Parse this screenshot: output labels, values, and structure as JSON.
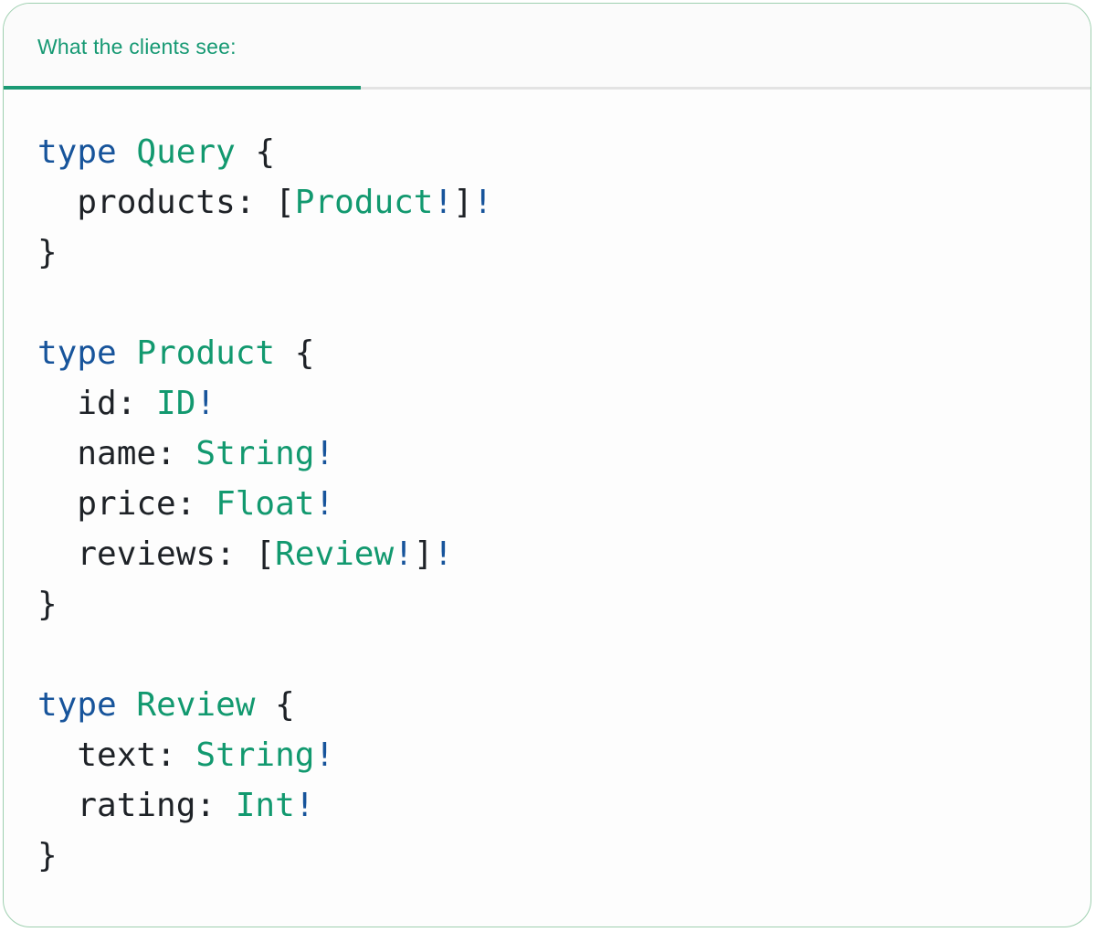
{
  "tabbar": {
    "active_tab_label": "What the clients see:"
  },
  "colors": {
    "keyword": "#17549b",
    "type": "#12996f",
    "plain": "#1e2227",
    "bang": "#17549b",
    "accent_teal": "#1b9a74",
    "tab_rule_gray": "#e3e3e3",
    "card_border_green": "#9fd0b0",
    "header_text_teal": "#169973"
  },
  "code": {
    "language": "graphql",
    "plain_text": "type Query {\n  products: [Product!]!\n}\n\ntype Product {\n  id: ID!\n  name: String!\n  price: Float!\n  reviews: [Review!]!\n}\n\ntype Review {\n  text: String!\n  rating: Int!\n}",
    "lines": [
      {
        "tokens": [
          {
            "t": "keyword",
            "v": "type"
          },
          {
            "t": "plain",
            "v": " "
          },
          {
            "t": "type",
            "v": "Query"
          },
          {
            "t": "plain",
            "v": " {"
          }
        ]
      },
      {
        "tokens": [
          {
            "t": "plain",
            "v": "  products: ["
          },
          {
            "t": "type",
            "v": "Product"
          },
          {
            "t": "bang",
            "v": "!"
          },
          {
            "t": "plain",
            "v": "]"
          },
          {
            "t": "bang",
            "v": "!"
          }
        ]
      },
      {
        "tokens": [
          {
            "t": "plain",
            "v": "}"
          }
        ]
      },
      {
        "tokens": []
      },
      {
        "tokens": [
          {
            "t": "keyword",
            "v": "type"
          },
          {
            "t": "plain",
            "v": " "
          },
          {
            "t": "type",
            "v": "Product"
          },
          {
            "t": "plain",
            "v": " {"
          }
        ]
      },
      {
        "tokens": [
          {
            "t": "plain",
            "v": "  id: "
          },
          {
            "t": "type",
            "v": "ID"
          },
          {
            "t": "bang",
            "v": "!"
          }
        ]
      },
      {
        "tokens": [
          {
            "t": "plain",
            "v": "  name: "
          },
          {
            "t": "type",
            "v": "String"
          },
          {
            "t": "bang",
            "v": "!"
          }
        ]
      },
      {
        "tokens": [
          {
            "t": "plain",
            "v": "  price: "
          },
          {
            "t": "type",
            "v": "Float"
          },
          {
            "t": "bang",
            "v": "!"
          }
        ]
      },
      {
        "tokens": [
          {
            "t": "plain",
            "v": "  reviews: ["
          },
          {
            "t": "type",
            "v": "Review"
          },
          {
            "t": "bang",
            "v": "!"
          },
          {
            "t": "plain",
            "v": "]"
          },
          {
            "t": "bang",
            "v": "!"
          }
        ]
      },
      {
        "tokens": [
          {
            "t": "plain",
            "v": "}"
          }
        ]
      },
      {
        "tokens": []
      },
      {
        "tokens": [
          {
            "t": "keyword",
            "v": "type"
          },
          {
            "t": "plain",
            "v": " "
          },
          {
            "t": "type",
            "v": "Review"
          },
          {
            "t": "plain",
            "v": " {"
          }
        ]
      },
      {
        "tokens": [
          {
            "t": "plain",
            "v": "  text: "
          },
          {
            "t": "type",
            "v": "String"
          },
          {
            "t": "bang",
            "v": "!"
          }
        ]
      },
      {
        "tokens": [
          {
            "t": "plain",
            "v": "  rating: "
          },
          {
            "t": "type",
            "v": "Int"
          },
          {
            "t": "bang",
            "v": "!"
          }
        ]
      },
      {
        "tokens": [
          {
            "t": "plain",
            "v": "}"
          }
        ]
      }
    ]
  }
}
